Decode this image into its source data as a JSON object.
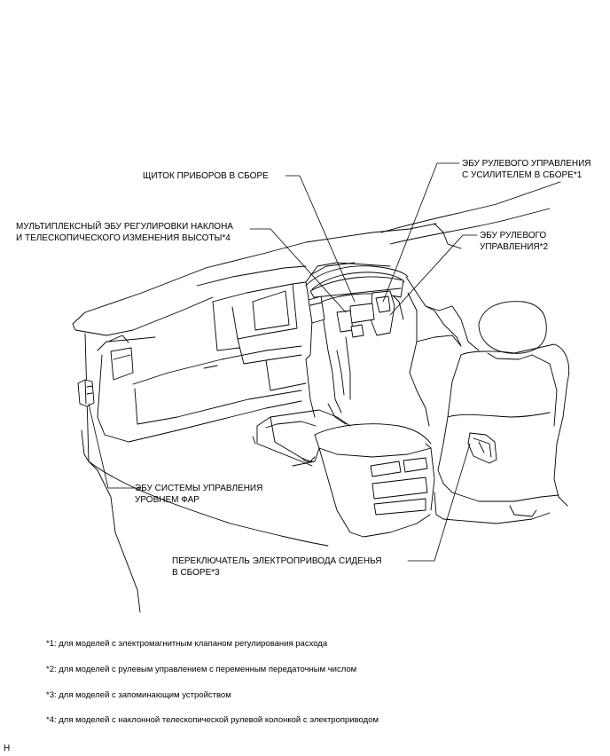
{
  "labels": {
    "instrument_cluster": [
      "ЩИТОК ПРИБОРОВ В СБОРЕ"
    ],
    "tilt_telescopic_ecu": [
      "МУЛЬТИПЛЕКСНЫЙ ЭБУ РЕГУЛИРОВКИ НАКЛОНА",
      "И ТЕЛЕСКОПИЧЕСКОГО ИЗМЕНЕНИЯ ВЫСОТЫ*4"
    ],
    "power_steering_ecu": [
      "ЭБУ РУЛЕВОГО УПРАВЛЕНИЯ",
      "С УСИЛИТЕЛЕМ В СБОРЕ*1"
    ],
    "steering_ecu": [
      "ЭБУ РУЛЕВОГО",
      "УПРАВЛЕНИЯ*2"
    ],
    "headlamp_leveling_ecu": [
      "ЭБУ СИСТЕМЫ УПРАВЛЕНИЯ",
      "УРОВНЕМ ФАР"
    ],
    "power_seat_switch": [
      "ПЕРЕКЛЮЧАТЕЛЬ ЭЛЕКТРОПРИВОДА СИДЕНЬЯ",
      "В СБОРЕ*3"
    ]
  },
  "notes": [
    "*1: для моделей с электромагнитным клапаном регулирования расхода",
    "*2: для моделей с рулевым управлением с переменным передаточным числом",
    "*3: для моделей с запоминающим устройством",
    "*4: для моделей с наклонной телескопической рулевой колонкой с электроприводом"
  ],
  "figure_code": "H"
}
